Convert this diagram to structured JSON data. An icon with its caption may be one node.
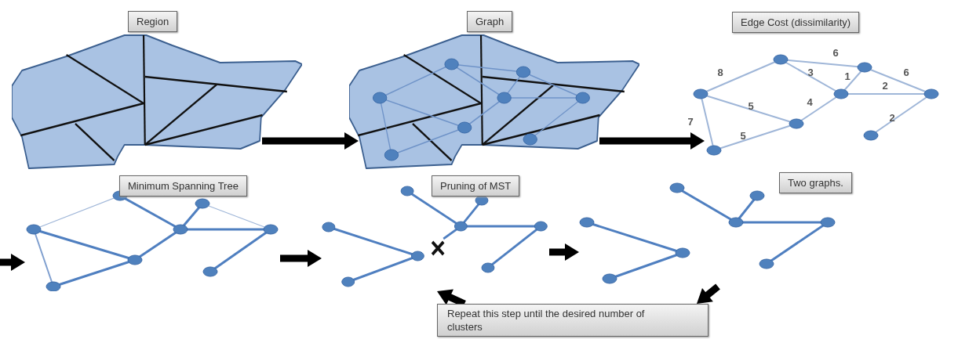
{
  "diagram": {
    "nodes": [
      {
        "text": [
          "Region"
        ]
      },
      {
        "text": [
          "Graph"
        ]
      },
      {
        "text": [
          "Edge Cost (dissimilarity)"
        ]
      },
      {
        "text": [
          "Minimum Spanning Tree"
        ]
      },
      {
        "text": [
          "Pruning of MST"
        ]
      },
      {
        "text": [
          "Two graphs."
        ]
      },
      {
        "text": [
          "Repeat this step until the desired number of clusters"
        ]
      }
    ],
    "edges": [
      {
        "from": 0,
        "to": 1,
        "arrow": "to"
      },
      {
        "from": 1,
        "to": 2,
        "arrow": "to"
      },
      {
        "from": null,
        "to": 3,
        "arrow": "to"
      },
      {
        "from": 3,
        "to": 4,
        "arrow": "to"
      },
      {
        "from": 4,
        "to": 5,
        "arrow": "to"
      },
      {
        "from": 5,
        "to": 6,
        "arrow": "to"
      },
      {
        "from": 6,
        "to": 4,
        "arrow": "to"
      }
    ],
    "labels": [
      "6",
      "8",
      "3",
      "1",
      "6",
      "2",
      "5",
      "4",
      "7",
      "5",
      "2"
    ]
  }
}
